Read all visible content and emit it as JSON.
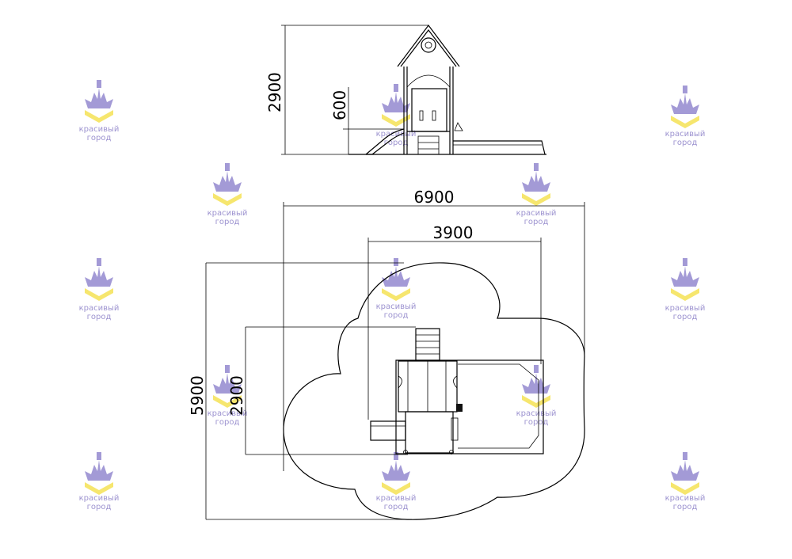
{
  "dimensions": {
    "elevation_height": "2900",
    "platform_height": "600",
    "overall_width": "6900",
    "sandbox_width": "3900",
    "overall_depth": "5900",
    "inner_depth": "2900"
  },
  "watermark": {
    "text_line1": "красивый",
    "text_line2": "город",
    "colors": {
      "purple": "#9d93d0",
      "yellow": "#f7ea7a"
    }
  },
  "colors": {
    "line": "#000000",
    "background": "#ffffff"
  }
}
